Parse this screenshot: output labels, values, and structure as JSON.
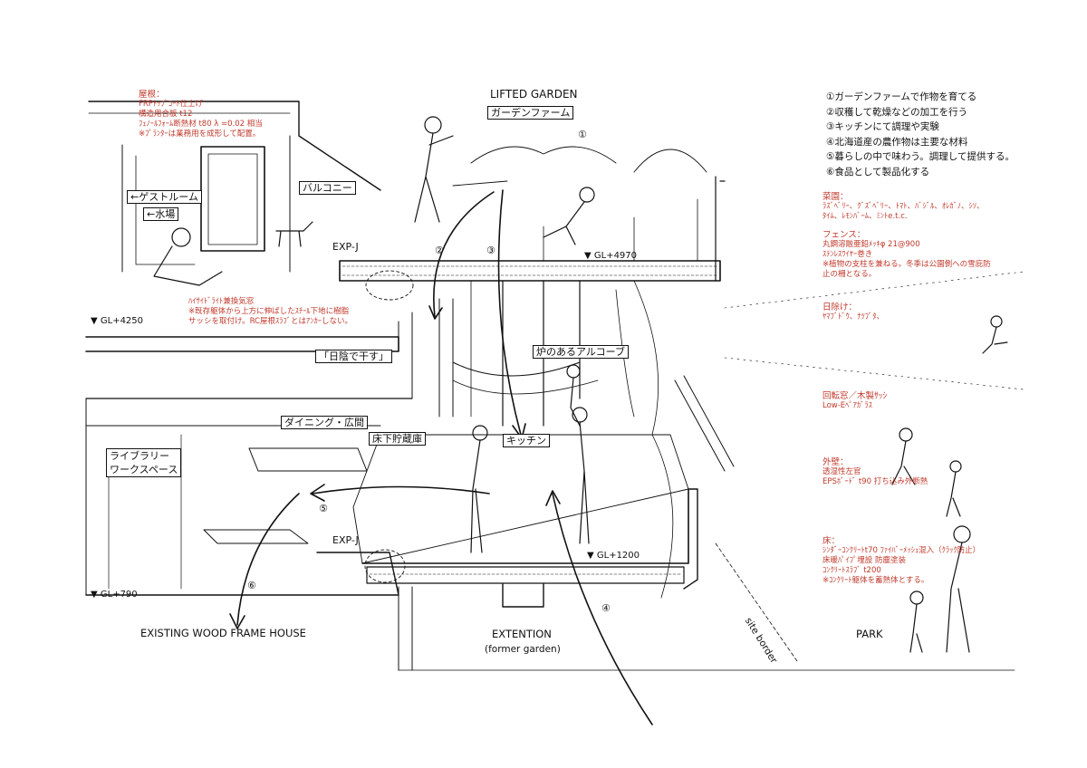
{
  "titles": {
    "lifted_garden": "LIFTED GARDEN",
    "garden_farm": "ガーデンファーム",
    "existing_house": "EXISTING WOOD FRAME HOUSE",
    "extention": "EXTENTION",
    "former_garden": "(former garden)",
    "park": "PARK",
    "site_border": "site border"
  },
  "steps": [
    "①ガーデンファームで作物を育てる",
    "②収穫して乾燥などの加工を行う",
    "③キッチンにて調理や実験",
    "④北海道産の農作物は主要な材料",
    "⑤暮らしの中で味わう。調理して提供する。",
    "⑥食品として製品化する"
  ],
  "rooms": {
    "guest_room": "←ゲストルーム",
    "water": "←水場",
    "balcony": "バルコニー",
    "shade_dry": "「日陰で干す」",
    "hearth_alcove": "炉のあるアルコーブ",
    "dining": "ダイニング・広間",
    "underfloor": "床下貯蔵庫",
    "kitchen": "キッチン",
    "library_1": "ライブラリー",
    "library_2": "ワークスペース"
  },
  "joints": {
    "expj_upper": "EXP-J",
    "expj_lower": "EXP-J"
  },
  "levels": {
    "gl4970": "▼ GL+4970",
    "gl4250": "▼ GL+4250",
    "gl1200": "▼ GL+1200",
    "gl790": "▼ GL+790"
  },
  "markers": {
    "m1": "①",
    "m2": "②",
    "m3": "③",
    "m4": "④",
    "m5": "⑤",
    "m6": "⑥"
  },
  "notes": {
    "roof": [
      "屋根：",
      "FRPﾄｯﾌﾟｺｰﾄ仕上げ",
      "構造用合板 t12",
      "ﾌｪﾉｰﾙﾌｫｰﾑ断熱材 t80 λ =0.02 相当",
      "※ﾌﾟﾗﾝﾀｰは業務用を成形して配置。"
    ],
    "highside": [
      "ﾊｲｻｲﾄﾞﾗｲﾄ兼換気窓",
      "※既存躯体から上方に伸ばしたｽﾁｰﾙ下地に樹脂",
      "サッシを取付け。RC屋根ｽﾗﾌﾞとはｱﾝｶｰしない。"
    ],
    "vegetables": [
      "菜園：",
      "ﾗｽﾞﾍﾞﾘｰ、ｸﾞｽﾞﾍﾞﾘｰ、ﾄﾏﾄ、ﾊﾞｼﾞﾙ、ｵﾚｶﾞﾉ、ｼｿ、",
      "ﾀｲﾑ、ﾚﾓﾝﾊﾞｰﾑ、ﾐﾝﾄe.t.c."
    ],
    "fence": [
      "フェンス：",
      "丸鋼溶融亜鉛ﾒｯｷφ 21@900",
      "ｽﾃﾝﾚｽﾜｲﾔｰ巻き",
      "※植物の支柱を兼ねる。冬季は公園側への雪庇防",
      "止の柵となる。"
    ],
    "shade": [
      "日除け：",
      "ﾔﾏﾌﾞﾄﾞｳ、ﾅﾂﾌﾞﾀ、"
    ],
    "window": [
      "回転窓／木製ｻｯｼ",
      "Low-Eﾍﾟｱｶﾞﾗｽ"
    ],
    "wall": [
      "外壁：",
      "透湿性左官",
      "EPSﾎﾞｰﾄﾞ t90 打ち込み外断熱"
    ],
    "floor": [
      "床：",
      "ｼﾝﾀﾞｰｺﾝｸﾘｰﾄt70 ﾌｧｲﾊﾞｰﾒｯｼｭ混入（ｸﾗｯｸ防止）",
      "床暖ﾊﾟｲﾌﾟ埋設 防塵塗装",
      "ｺﾝｸﾘｰﾄｽﾗﾌﾞ t200",
      "※ｺﾝｸﾘｰﾄ躯体を蓄熱体とする。"
    ]
  },
  "colors": {
    "ink": "#111111",
    "note_red": "#c0392b"
  }
}
